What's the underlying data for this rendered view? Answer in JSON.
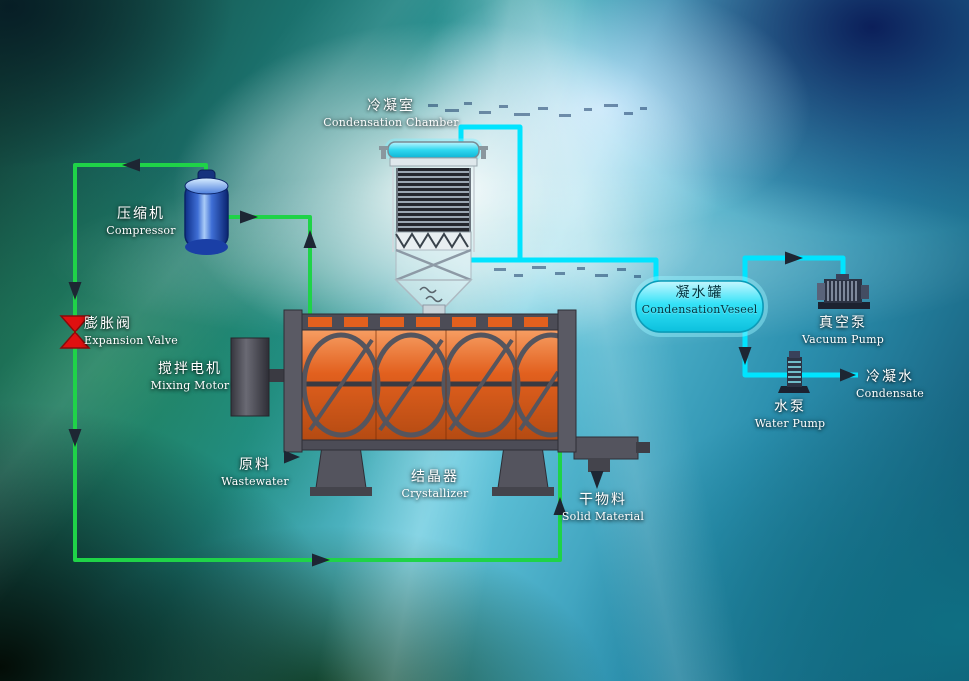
{
  "diagram": {
    "labels": {
      "condensation_chamber": {
        "zh": "冷凝室",
        "en": "Condensation Chamber"
      },
      "compressor": {
        "zh": "压缩机",
        "en": "Compressor"
      },
      "expansion_valve": {
        "zh": "膨胀阀",
        "en": "Expansion Valve"
      },
      "mixing_motor": {
        "zh": "搅拌电机",
        "en": "Mixing Motor"
      },
      "wastewater": {
        "zh": "原料",
        "en": "Wastewater"
      },
      "crystallizer": {
        "zh": "结晶器",
        "en": "Crystallizer"
      },
      "solid_material": {
        "zh": "干物料",
        "en": "Solid Material"
      },
      "condensation_vessel": {
        "zh": "凝水罐",
        "en": "CondensationVeseel"
      },
      "vacuum_pump": {
        "zh": "真空泵",
        "en": "Vacuum Pump"
      },
      "water_pump": {
        "zh": "水泵",
        "en": "Water Pump"
      },
      "condensate": {
        "zh": "冷凝水",
        "en": "Condensate"
      }
    },
    "colors": {
      "refrigerant_line": "#1fd348",
      "vapor_line": "#00e4ff",
      "expansion_valve": "#e01010",
      "arrow": "#1d2633",
      "compressor_body": "#2a5fd0",
      "crystallizer_body": "#e2601e",
      "condensation_vessel": "#2fdff4"
    }
  }
}
